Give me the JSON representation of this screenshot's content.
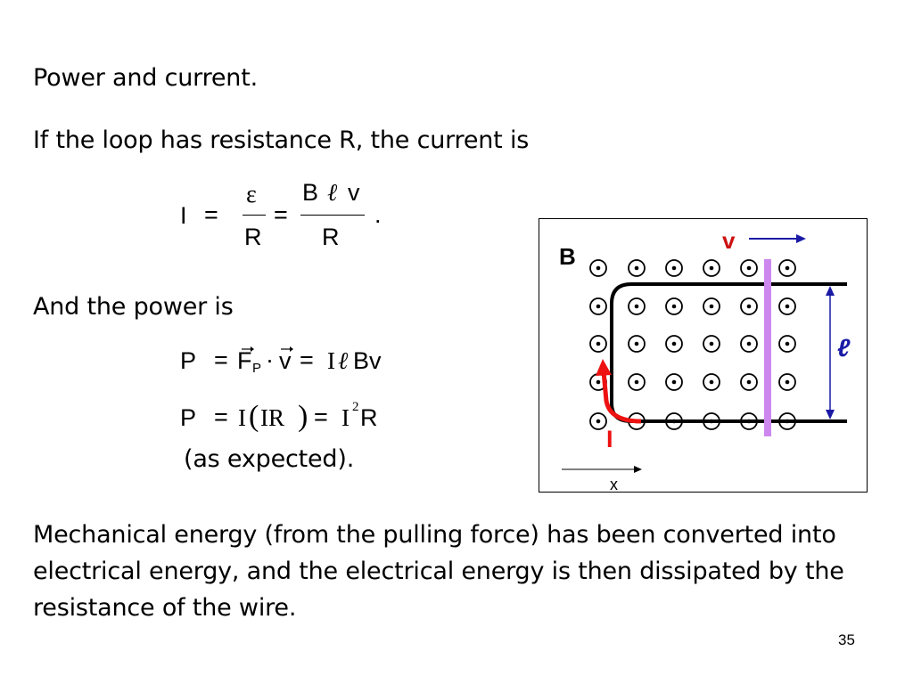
{
  "heading": "Power and current.",
  "intro": "If the loop has resistance R, the current is",
  "current_eq": {
    "lhs": "I",
    "eq1": "=",
    "num1": "ε",
    "den1": "R",
    "eq2": "=",
    "num2_b": "B",
    "num2_l": "ℓ",
    "num2_v": "v",
    "den2": "R",
    "period": "."
  },
  "power_intro": "And the power is",
  "power_eq1": {
    "lhs": "P",
    "eq": "=",
    "f": "F",
    "f_sub": "P",
    "dot": "·",
    "v": "v",
    "eq2": "=",
    "i": "I",
    "l": "ℓ",
    "bv": "Bv"
  },
  "power_eq2": {
    "lhs": "P",
    "eq": "=",
    "i": "I",
    "lparen": "(",
    "ir": "IR",
    "rparen": ")",
    "eq2": "=",
    "i2": "I",
    "exp": "2",
    "r": "R"
  },
  "as_expected": "(as expected).",
  "conclusion": "Mechanical energy (from the pulling force) has been converted into electrical energy, and the electrical energy is then dissipated by the resistance of the wire.",
  "page_number": "35",
  "diagram": {
    "b_label": "B",
    "v_label": "v",
    "l_label": "ℓ",
    "i_label": "I",
    "x_label": "x",
    "rod_color": "#cc88ee",
    "arrow_color": "#1a1aa6",
    "current_color": "#ee1111",
    "field_symbol": "dot-in-circle (out of page)"
  }
}
